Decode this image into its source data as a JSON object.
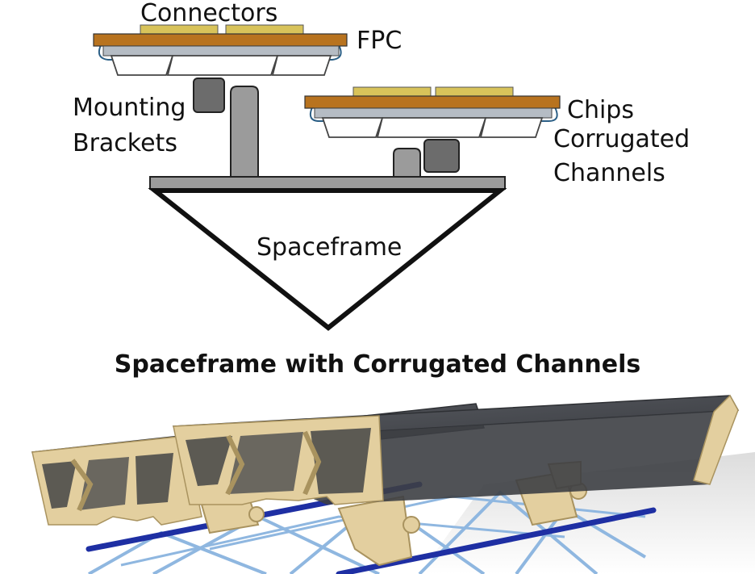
{
  "labels": {
    "connectors": "Connectors",
    "fpc": "FPC",
    "mounting_brackets_line1": "Mounting",
    "mounting_brackets_line2": "Brackets",
    "chips": "Chips",
    "corrugated_channels_line1": "Corrugated",
    "corrugated_channels_line2": "Channels",
    "spaceframe": "Spaceframe"
  },
  "title": "Spaceframe with Corrugated Channels",
  "colors": {
    "fpc": "#b8731f",
    "connector": "#d8c35a",
    "chip": "#b5bcc4",
    "bracket": "#9b9b9b",
    "bracket_dark": "#6c6c6c",
    "channel_tan": "#e3cf9f",
    "channel_top": "#4b4d52",
    "rod_dark": "#1e2fa3",
    "rod_light": "#8fb7e0"
  }
}
